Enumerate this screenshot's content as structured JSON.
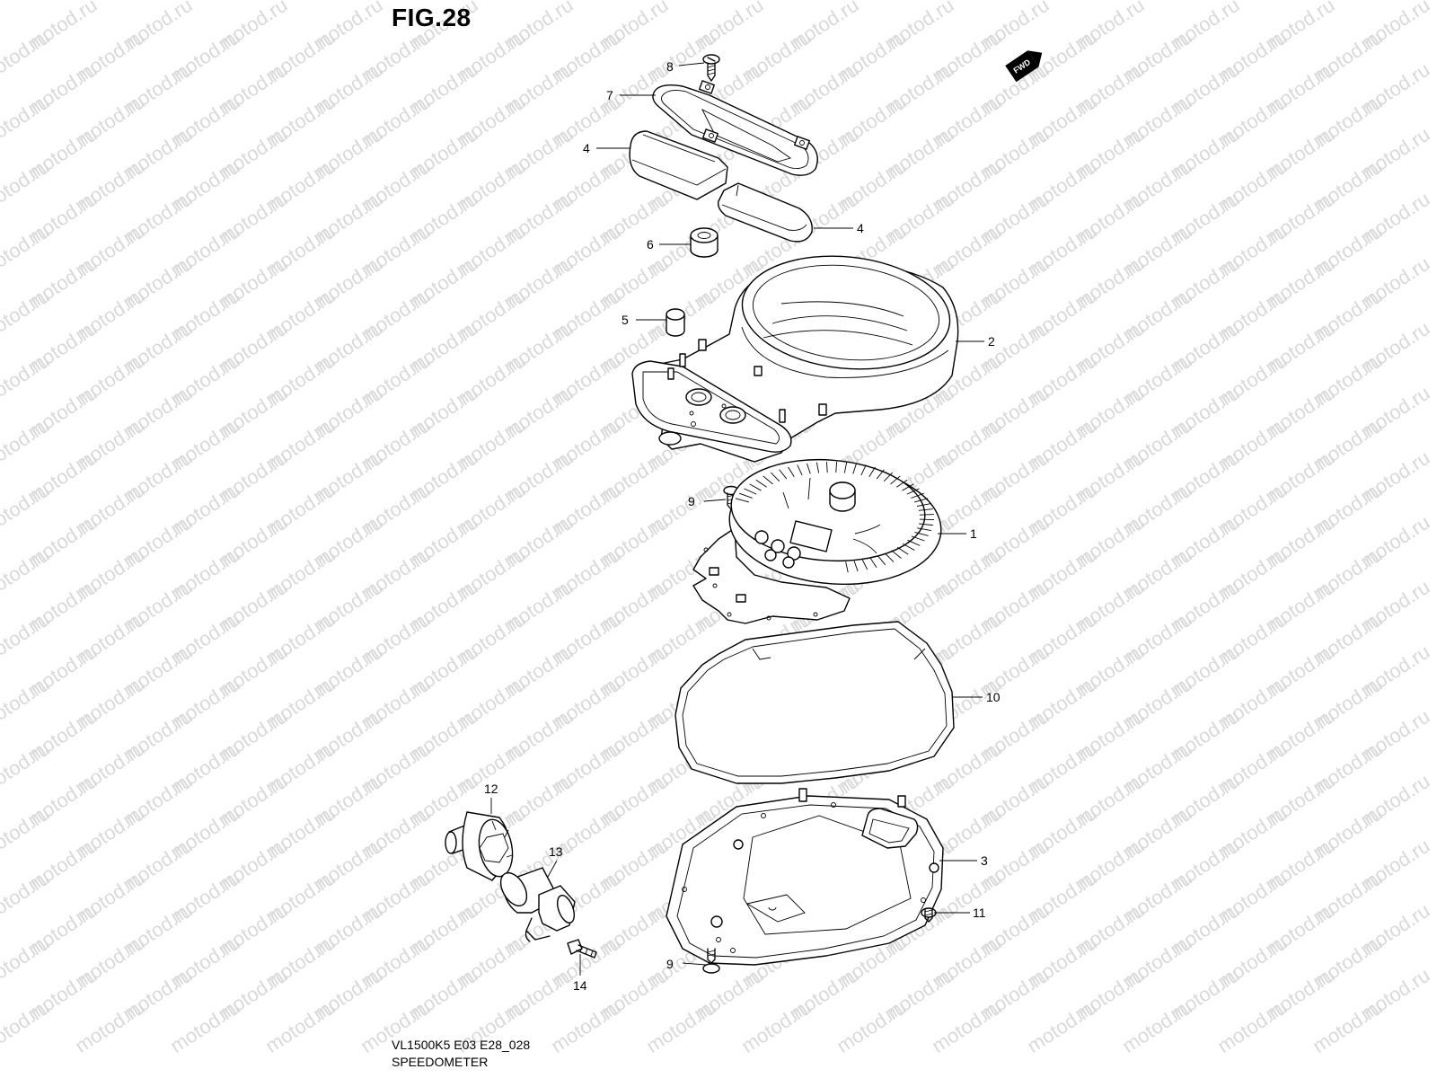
{
  "figure": {
    "title": "FIG.28",
    "fwd_label": "FWD"
  },
  "watermark": "motod.ru",
  "callouts": [
    {
      "id": "p8",
      "label": "8"
    },
    {
      "id": "p7",
      "label": "7"
    },
    {
      "id": "p4a",
      "label": "4"
    },
    {
      "id": "p4b",
      "label": "4"
    },
    {
      "id": "p6",
      "label": "6"
    },
    {
      "id": "p5",
      "label": "5"
    },
    {
      "id": "p2",
      "label": "2"
    },
    {
      "id": "p9a",
      "label": "9"
    },
    {
      "id": "p1",
      "label": "1"
    },
    {
      "id": "p10",
      "label": "10"
    },
    {
      "id": "p12",
      "label": "12"
    },
    {
      "id": "p13",
      "label": "13"
    },
    {
      "id": "p3",
      "label": "3"
    },
    {
      "id": "p11",
      "label": "11"
    },
    {
      "id": "p9b",
      "label": "9"
    },
    {
      "id": "p14",
      "label": "14"
    }
  ],
  "footer": {
    "code": "VL1500K5 E03 E28_028",
    "section": "SPEEDOMETER"
  }
}
